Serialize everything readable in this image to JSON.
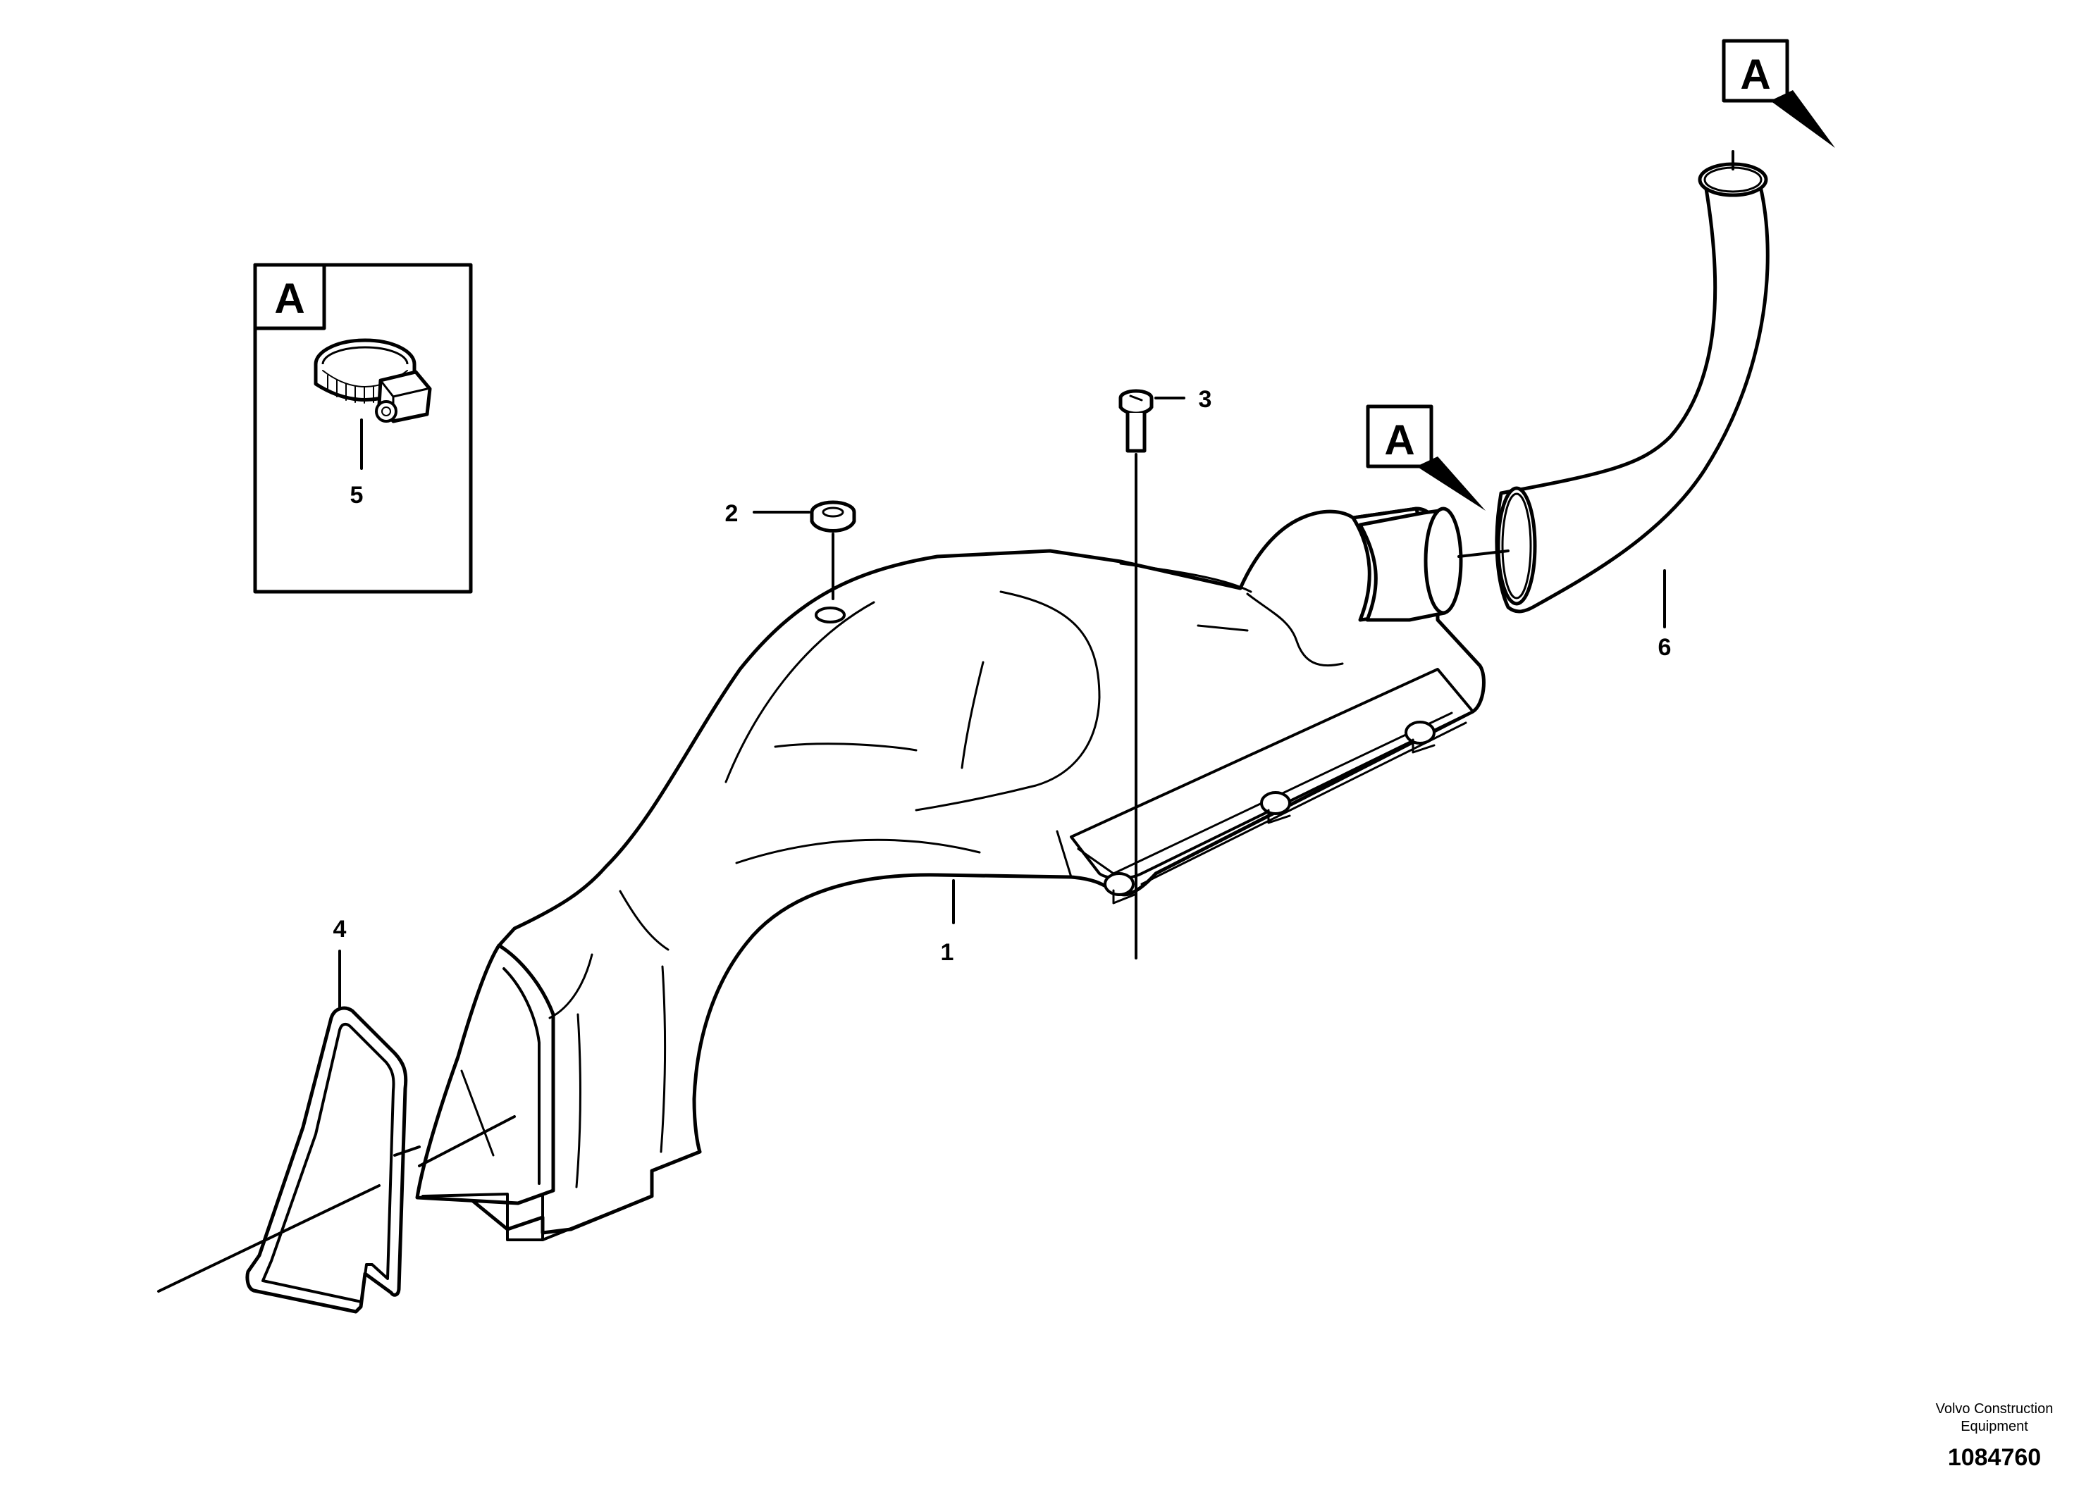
{
  "callouts": {
    "p1": "1",
    "p2": "2",
    "p3": "3",
    "p4": "4",
    "p5": "5",
    "p6": "6"
  },
  "detail_label": "A",
  "footer": {
    "company_line1": "Volvo Construction",
    "company_line2": "Equipment",
    "drawing_number": "1084760"
  }
}
